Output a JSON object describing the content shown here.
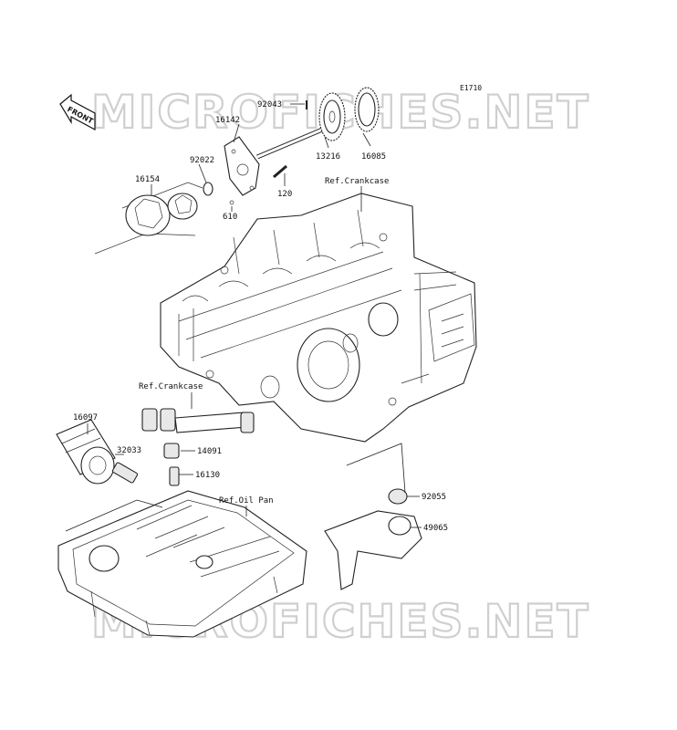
{
  "diagram": {
    "code": "E1710",
    "watermark_top": "MICROFICHES.NET",
    "watermark_bottom": "MICROFICHES.NET",
    "front_arrow_label": "FRONT",
    "part_labels": {
      "p92043": "92043",
      "p16142": "16142",
      "p92022": "92022",
      "p16154": "16154",
      "p13216": "13216",
      "p16085": "16085",
      "p120": "120",
      "p610": "610",
      "ref_crankcase_top": "Ref.Crankcase",
      "ref_crankcase_mid": "Ref.Crankcase",
      "p16097": "16097",
      "p32033": "32033",
      "p14091": "14091",
      "p16130": "16130",
      "ref_oil_pan": "Ref.Oil Pan",
      "p92055": "92055",
      "p49065": "49065"
    }
  }
}
